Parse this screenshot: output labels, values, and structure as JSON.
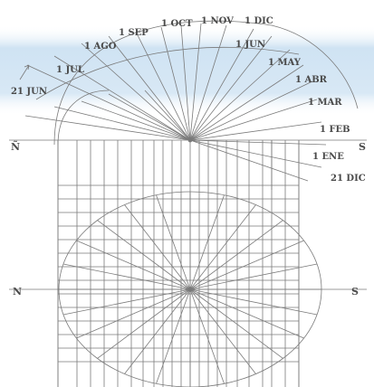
{
  "cardinals": {
    "north_upper": "Ñ",
    "south_upper": "S",
    "north_lower": "N",
    "south_lower": "S"
  },
  "date_labels": [
    "21 JUN",
    "1 JUL",
    "1 AGO",
    "1 SEP",
    "1 OCT",
    "1 NOV",
    "1 DIC",
    "1 JUN",
    "1 MAY",
    "1 ABR",
    "1 MAR",
    "1 FEB",
    "1 ENE",
    "21 DIC"
  ],
  "colors": {
    "band": "#cfe3f3",
    "line": "#7a7a7a",
    "text": "#4a4a4a"
  }
}
